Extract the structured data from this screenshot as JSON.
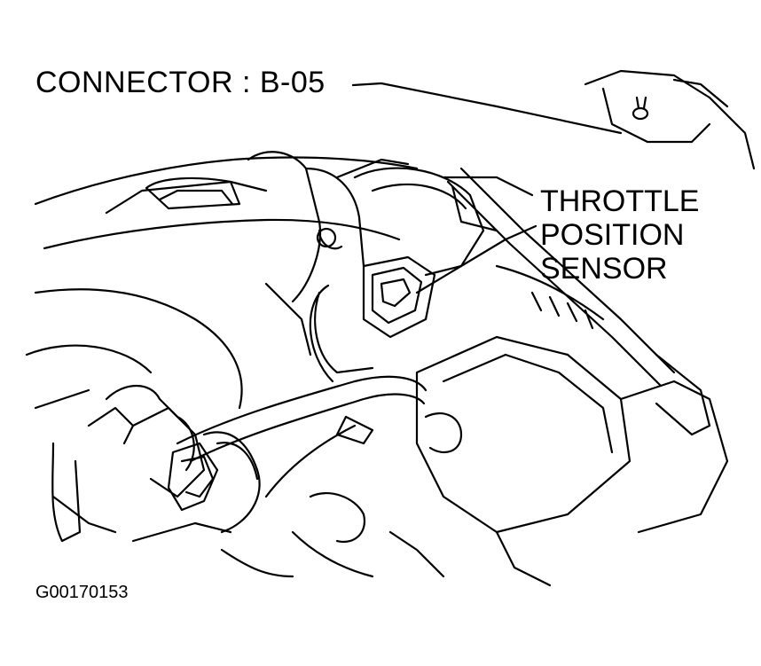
{
  "labels": {
    "connector": "CONNECTOR : B-05",
    "sensor_lines": [
      "THROTTLE",
      "POSITION",
      "SENSOR"
    ],
    "figure_id": "G00170153"
  },
  "colors": {
    "ink": "#000000",
    "paper": "#ffffff"
  }
}
